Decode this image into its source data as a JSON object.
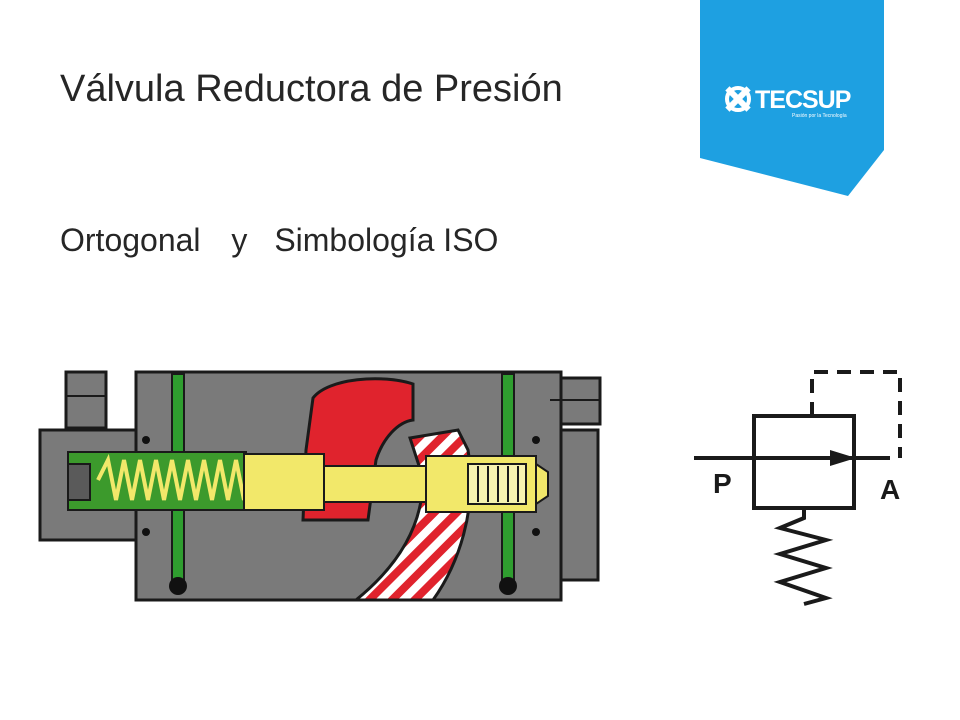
{
  "slide": {
    "title": "Válvula Reductora de Presión",
    "subtitle_words": [
      "Ortogonal",
      "y",
      "Simbología ISO"
    ]
  },
  "logo": {
    "brand": "TECSUP",
    "tagline": "Pasión por la Tecnología",
    "color": "#1ea0e1"
  },
  "iso_symbol": {
    "port_inlet": "P",
    "port_outlet": "A"
  },
  "colors": {
    "body_gray": "#7a7a7a",
    "spool_yellow": "#f2e86a",
    "spring_green": "#2f9e2f",
    "pressure_red": "#e0232d"
  }
}
